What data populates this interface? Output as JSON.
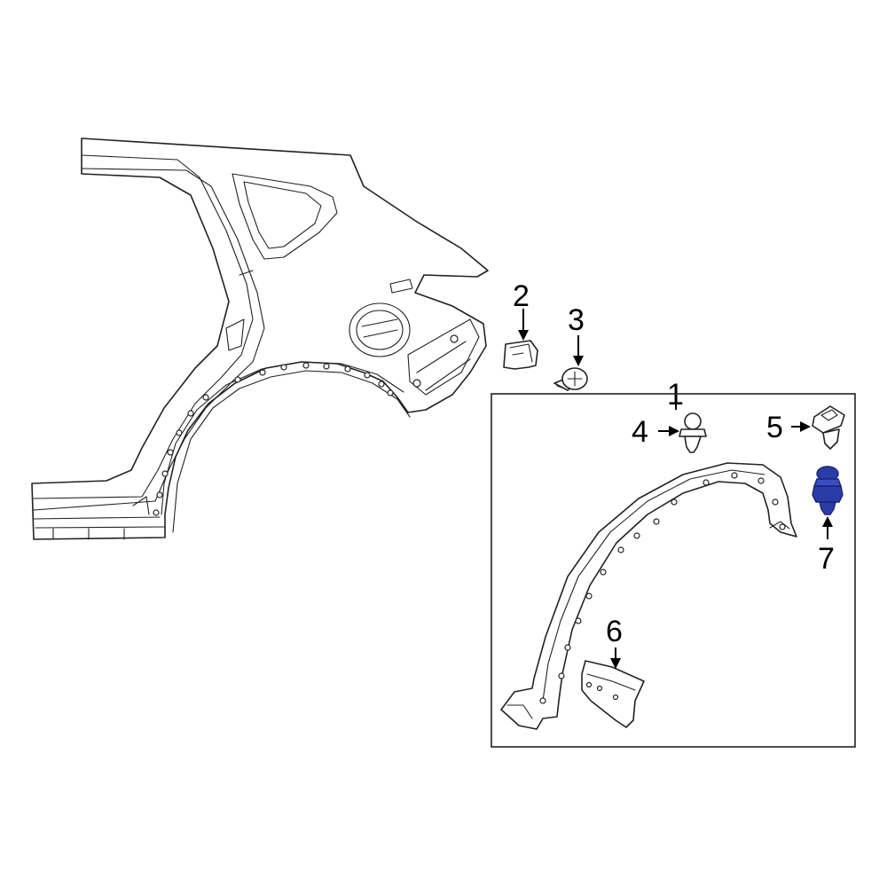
{
  "callouts": {
    "c1": "1",
    "c2": "2",
    "c3": "3",
    "c4": "4",
    "c5": "5",
    "c6": "6",
    "c7": "7"
  },
  "colors": {
    "highlight_part": "#2a3ca8",
    "highlight_dark": "#1a2470",
    "line": "#222222"
  },
  "highlighted_part": "7"
}
